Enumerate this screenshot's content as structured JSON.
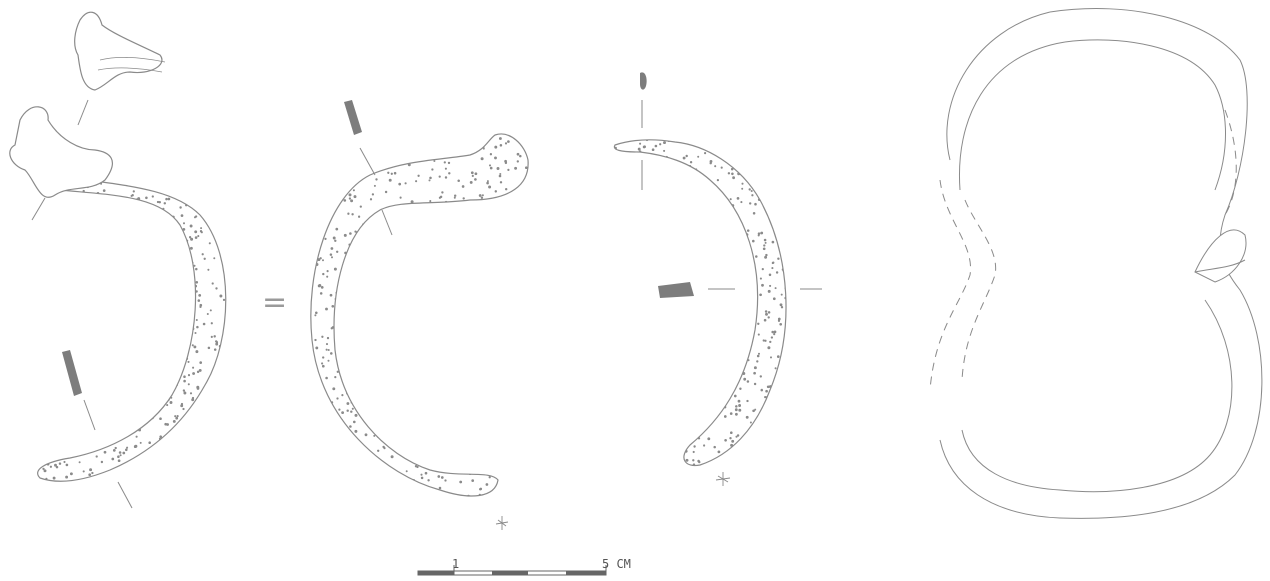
{
  "figure": {
    "background": "#ffffff",
    "ink_color": "#8a8a8a",
    "section_fill": "#7d7d7d",
    "stipple_color": "#9a9a9a",
    "views": [
      {
        "name": "front-view-with-clasp-detail"
      },
      {
        "name": "back-view"
      },
      {
        "name": "side-view"
      },
      {
        "name": "reconstruction"
      }
    ],
    "equals_sign": "=",
    "scale_bar": {
      "start_label": "1",
      "end_label": "5 CM"
    }
  }
}
